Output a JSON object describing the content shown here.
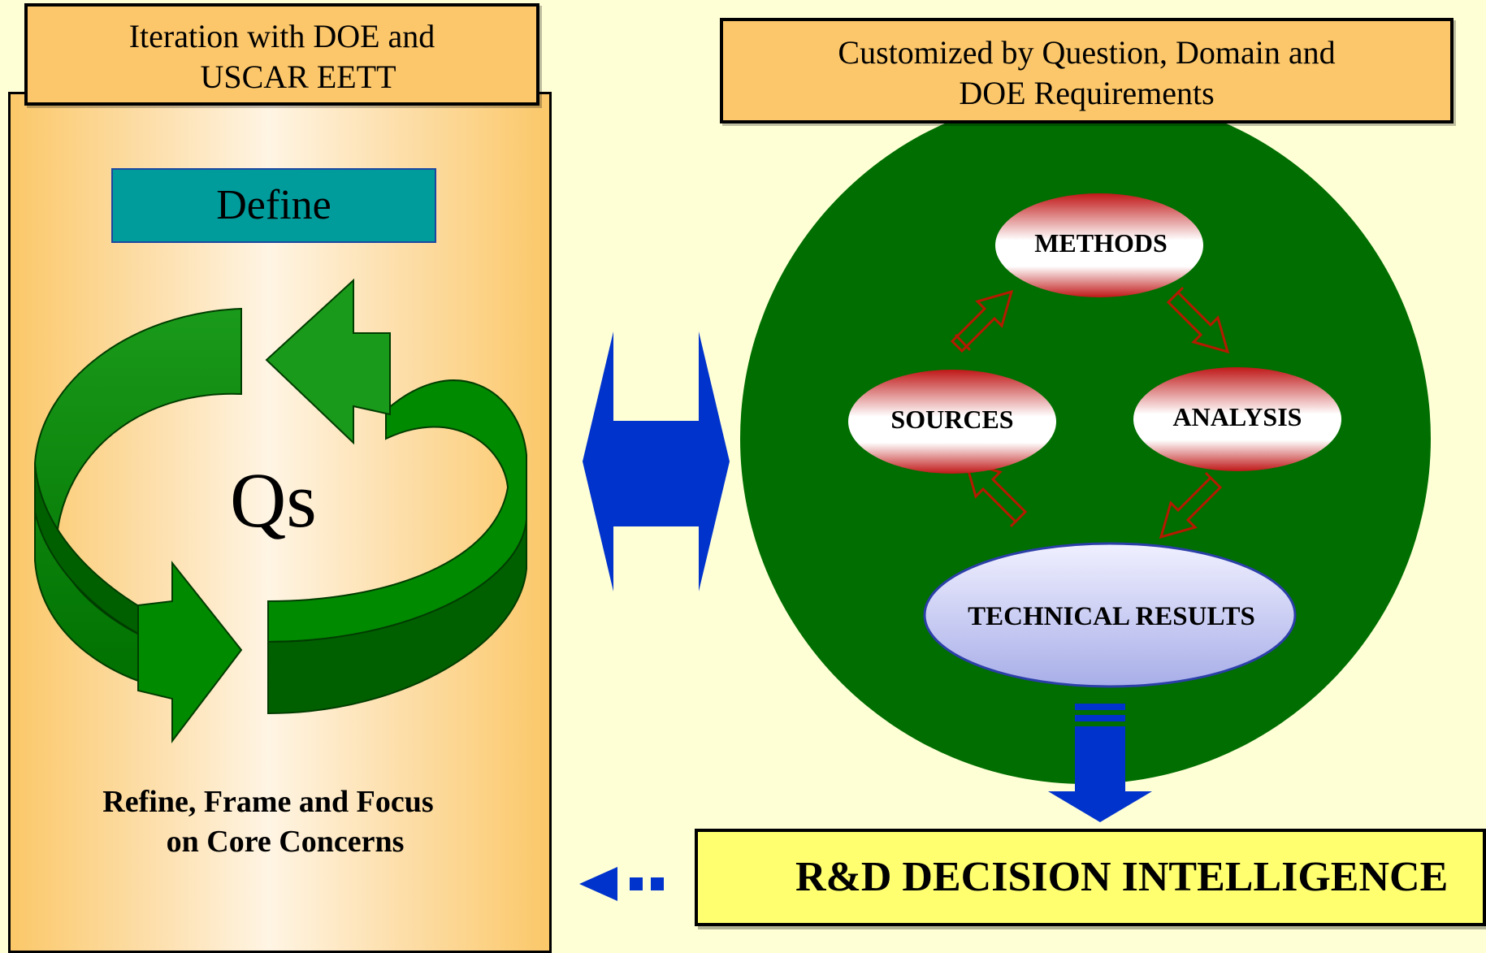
{
  "left_panel": {
    "header_line1": "Iteration with DOE and",
    "header_line2": "USCAR EETT",
    "define_label": "Define",
    "cycle_label": "Qs",
    "footer_line1": "Refine, Frame and Focus",
    "footer_line2": "on Core Concerns"
  },
  "right_panel": {
    "header_line1": "Customized by Question, Domain and",
    "header_line2": "DOE Requirements",
    "nodes": {
      "methods": "METHODS",
      "sources": "SOURCES",
      "analysis": "ANALYSIS",
      "technical_results": "TECHNICAL RESULTS"
    }
  },
  "output_banner": "R&D DECISION INTELLIGENCE",
  "colors": {
    "background": "#ffffd6",
    "lane_orange": "#fbc869",
    "header_fill": "#fcc76a",
    "define_teal": "#009b9b",
    "cycle_green": "#008000",
    "circle_green": "#006e00",
    "node_red": "#c92a2a",
    "results_lavender": "#aab0ee",
    "arrow_blue": "#0033cc",
    "banner_yellow": "#ffff70"
  }
}
